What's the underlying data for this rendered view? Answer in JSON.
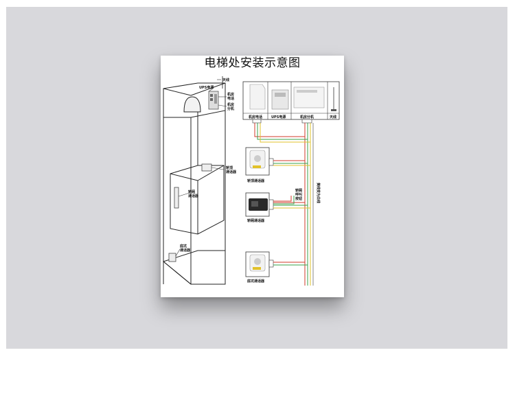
{
  "diagram": {
    "title": "电梯处安装示意图",
    "shaft_labels": {
      "antenna": "天线",
      "ups": "UPS电源",
      "machine_phone_a": "机房",
      "machine_phone_b": "电话",
      "machine_unit_a": "机房",
      "machine_unit_b": "分机",
      "car_top_a": "轿顶",
      "car_top_b": "通话器",
      "car_a": "轿厢",
      "car_b": "通话器",
      "pit_a": "底坑",
      "pit_b": "通话器"
    },
    "device_labels": {
      "machine_phone": "机房电话",
      "ups": "UPS电源",
      "machine_unit": "机房分机",
      "antenna": "天线",
      "car_top_phone": "轿顶通话器",
      "car_phone": "轿厢通话器",
      "pit_phone": "底坑通话器"
    },
    "annotations": {
      "car_a": "轿厢",
      "car_b": "呼叫",
      "car_c": "按钮",
      "cable": "黄线变为白线"
    },
    "colors": {
      "red": "#d23a2a",
      "green": "#3aa04a",
      "yellow": "#e2c22a",
      "gray": "#8a8a8a"
    }
  }
}
